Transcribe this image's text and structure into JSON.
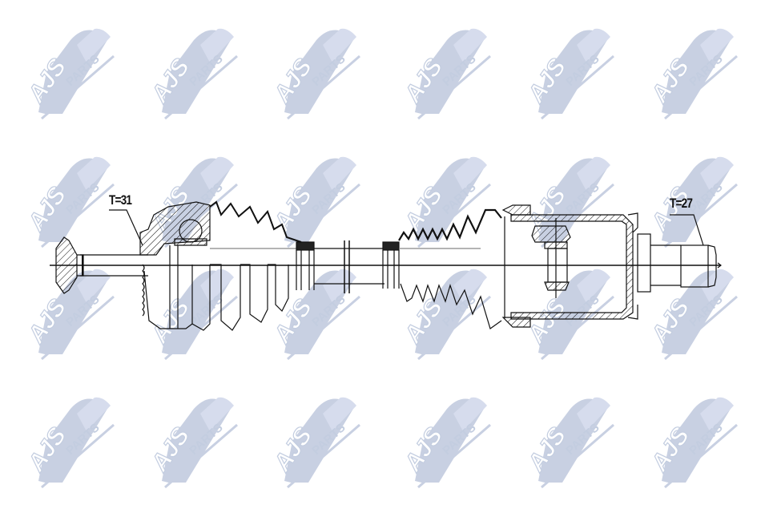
{
  "watermark": {
    "brand_text": "AJS",
    "brand_suffix": "PARTS",
    "color": "#c3cde0",
    "rows": [
      30,
      190,
      350,
      490
    ],
    "cols": [
      38,
      192,
      345,
      508,
      662,
      816
    ]
  },
  "drawing": {
    "subject": "CV drive shaft assembly",
    "line_color": "#111111",
    "annotations": [
      {
        "id": "left-teeth",
        "text": "T=31"
      },
      {
        "id": "right-teeth",
        "text": "T=27"
      }
    ]
  }
}
